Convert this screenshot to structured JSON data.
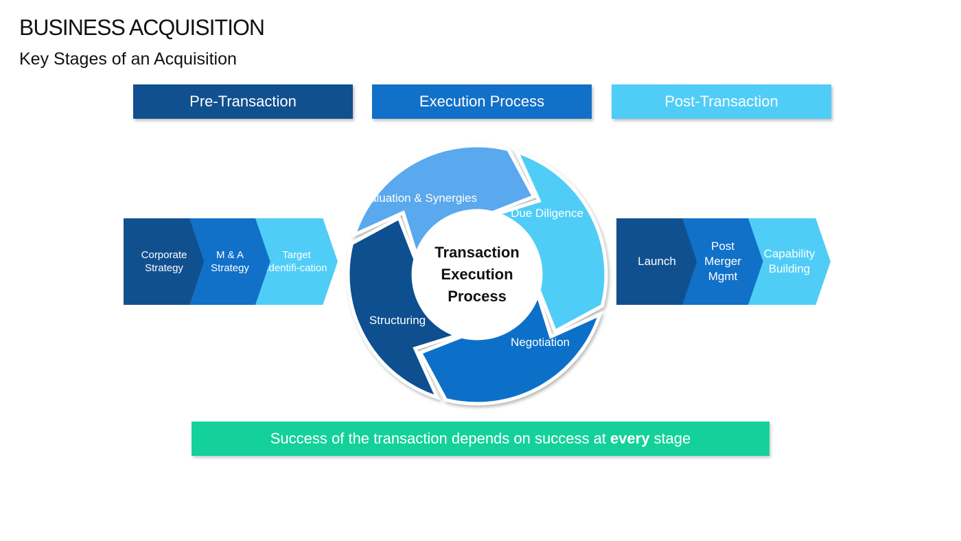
{
  "header": {
    "title": "BUSINESS ACQUISITION",
    "subtitle": "Key Stages of an Acquisition"
  },
  "phases": [
    {
      "label": "Pre-Transaction",
      "color": "#11508f"
    },
    {
      "label": "Execution Process",
      "color": "#1170c8"
    },
    {
      "label": "Post-Transaction",
      "color": "#4fcdf7"
    }
  ],
  "pre_transaction": {
    "steps": [
      {
        "label": "Corporate Strategy",
        "color": "#11508f"
      },
      {
        "label": "M & A Strategy",
        "color": "#1170c8"
      },
      {
        "label": "Target Identifi-cation",
        "color": "#4fcdf7"
      }
    ]
  },
  "execution_cycle": {
    "center": "Transaction Execution Process",
    "segments": [
      {
        "label": "Valuation & Synergies",
        "color": "#5aa8ee"
      },
      {
        "label": "Due Diligence",
        "color": "#4fcdf7"
      },
      {
        "label": "Negotiation",
        "color": "#1170c8"
      },
      {
        "label": "Structuring",
        "color": "#11508f"
      }
    ]
  },
  "post_transaction": {
    "steps": [
      {
        "label": "Launch",
        "color": "#11508f"
      },
      {
        "label": "Post Merger Mgmt",
        "color": "#1170c8"
      },
      {
        "label": "Capability Building",
        "color": "#4fcdf7"
      }
    ]
  },
  "footer": {
    "before": "Success of the transaction depends on success at",
    "emphasis": "every",
    "after": "stage",
    "color": "#14d19b"
  }
}
